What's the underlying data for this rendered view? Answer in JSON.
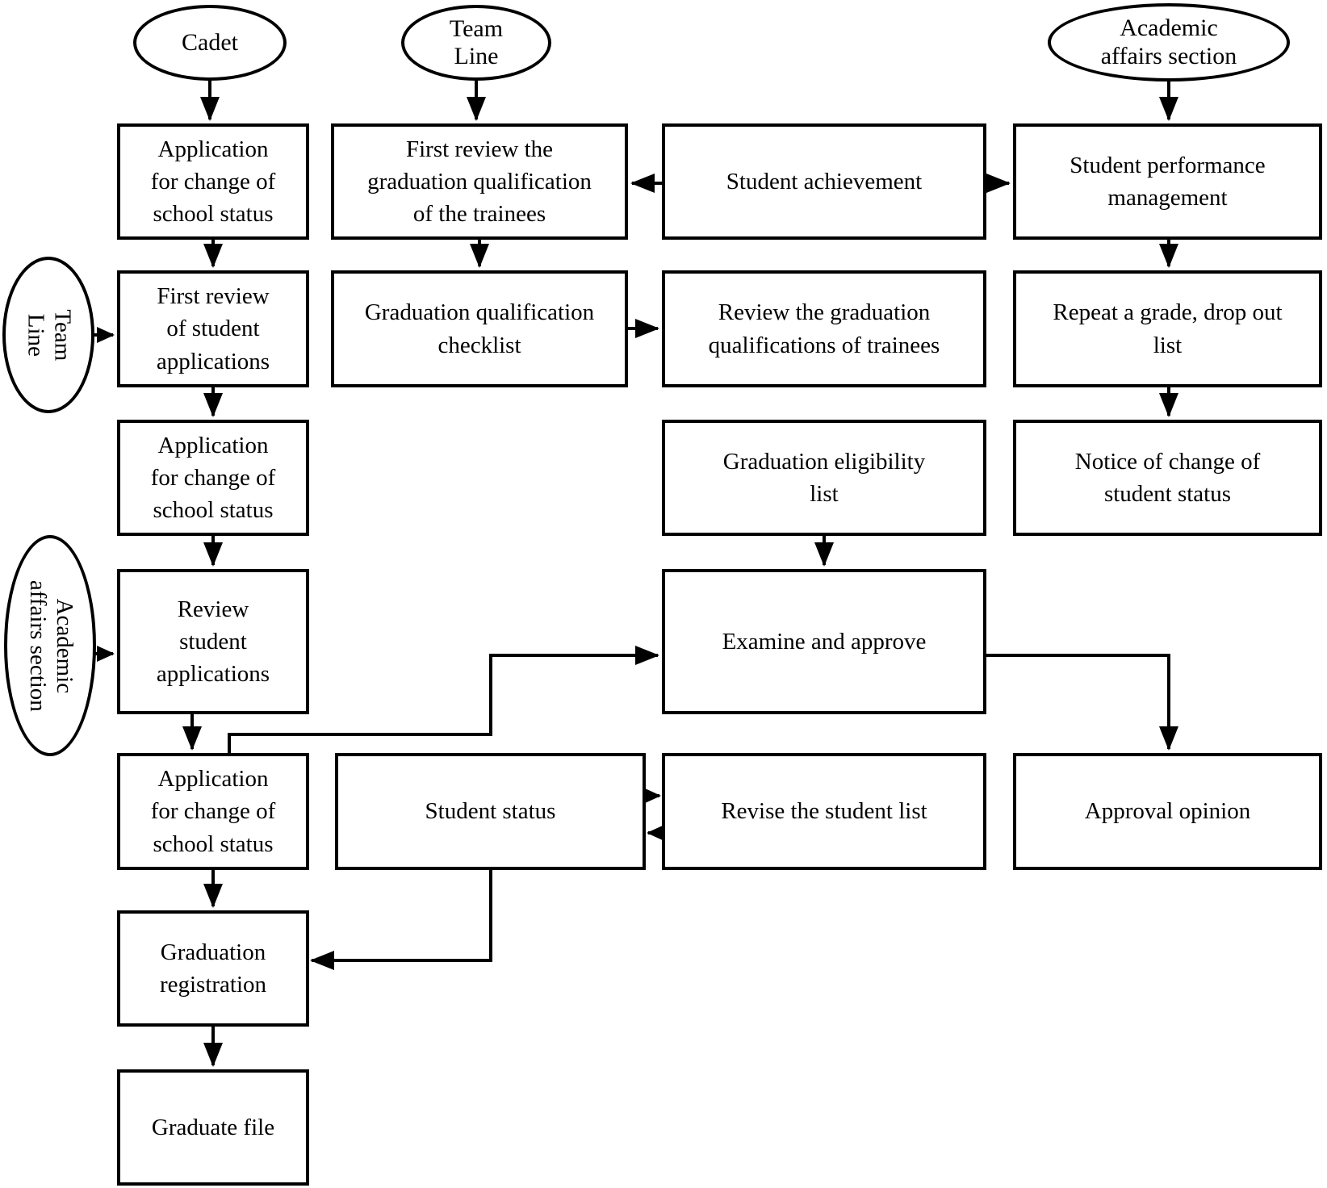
{
  "colors": {
    "ink": "#000000",
    "background": "#ffffff"
  },
  "ovals": {
    "cadet": {
      "label": "Cadet"
    },
    "team_line_top": {
      "label": "Team\nLine"
    },
    "academic_top": {
      "label": "Academic\naffairs section"
    },
    "team_line_side": {
      "label": "Team\nLine"
    },
    "academic_side": {
      "label": "Academic\naffairs section"
    }
  },
  "boxes": {
    "c1r1": {
      "label": "Application\nfor change of\nschool status"
    },
    "c1r2": {
      "label": "First review\nof student\napplications"
    },
    "c1r3": {
      "label": "Application\nfor change of\nschool status"
    },
    "c1r4": {
      "label": "Review\nstudent\napplications"
    },
    "c1r5": {
      "label": "Application\nfor change of\nschool status"
    },
    "c1r6": {
      "label": "Graduation\nregistration"
    },
    "c1r7": {
      "label": "Graduate file"
    },
    "c2r1": {
      "label": "First review the\ngraduation qualification\nof the trainees"
    },
    "c2r2": {
      "label": "Graduation qualification\nchecklist"
    },
    "c3r1": {
      "label": "Student achievement"
    },
    "c3r2": {
      "label": "Review the graduation\nqualifications of trainees"
    },
    "c3r3": {
      "label": "Graduation eligibility\nlist"
    },
    "c3r4": {
      "label": "Examine and approve"
    },
    "c4r1": {
      "label": "Student performance\nmanagement"
    },
    "c4r2": {
      "label": "Repeat a grade, drop out\nlist"
    },
    "c4r3": {
      "label": "Notice of change of\nstudent status"
    },
    "c4r5": {
      "label": "Approval opinion"
    },
    "status": {
      "label": "Student status"
    },
    "revise": {
      "label": "Revise the student list"
    }
  }
}
